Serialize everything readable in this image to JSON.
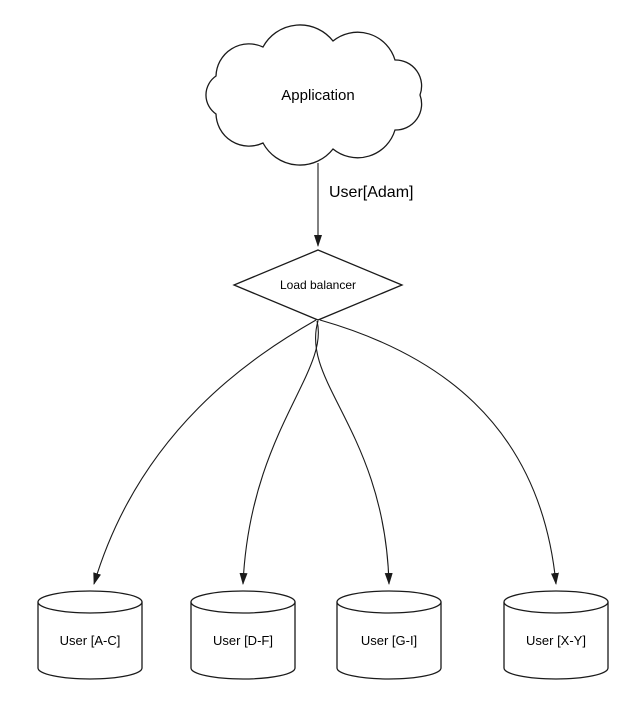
{
  "colors": {
    "background": "#ffffff",
    "shape_fill": "#ffffff",
    "stroke": "#1a1a1a",
    "text": "#000000"
  },
  "nodes": {
    "application": {
      "shape": "cloud",
      "label": "Application"
    },
    "load_balancer": {
      "shape": "diamond",
      "label": "Load balancer"
    },
    "shards": [
      {
        "shape": "cylinder",
        "label": "User [A-C]"
      },
      {
        "shape": "cylinder",
        "label": "User [D-F]"
      },
      {
        "shape": "cylinder",
        "label": "User [G-I]"
      },
      {
        "shape": "cylinder",
        "label": "User [X-Y]"
      }
    ]
  },
  "edges": {
    "application_to_load_balancer": {
      "label": "User[Adam]"
    }
  }
}
